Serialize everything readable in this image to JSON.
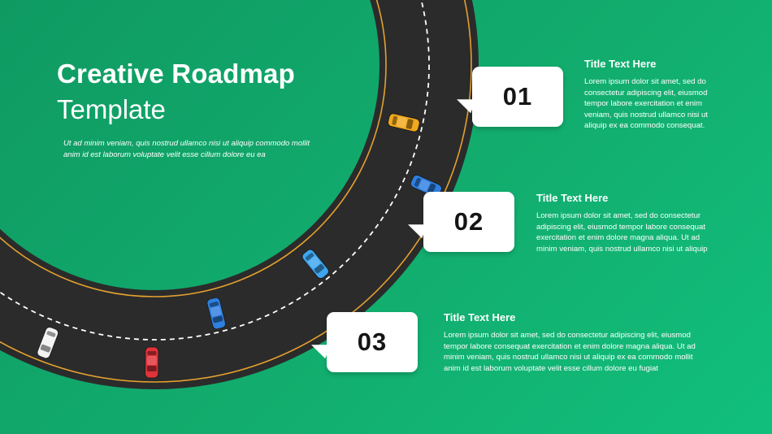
{
  "slide": {
    "title_line1": "Creative Roadmap",
    "title_line2": "Template",
    "intro": "Ut ad minim veniam, quis nostrud ullamco nisi ut aliquip commodo mollit anim id est laborum voluptate velit esse cillum dolore eu ea"
  },
  "milestones": [
    {
      "number": "01",
      "title": "Title Text Here",
      "text": "Lorem ipsum dolor sit amet, sed do consectetur adipiscing elit, eiusmod tempor labore exercitation et enim veniam, quis nostrud ullamco nisi ut aliquip ex ea commodo consequat."
    },
    {
      "number": "02",
      "title": "Title Text Here",
      "text": "Lorem ipsum dolor sit amet, sed do consectetur adipiscing elit, eiusmod tempor labore consequat exercitation et enim dolore magna aliqua. Ut ad minim veniam, quis nostrud ullamco nisi ut aliquip"
    },
    {
      "number": "03",
      "title": "Title Text Here",
      "text": "Lorem ipsum dolor sit amet, sed do consectetur adipiscing elit, eiusmod tempor labore consequat exercitation et enim dolore magna aliqua. Ut ad minim veniam, quis nostrud ullamco nisi ut aliquip ex ea commodo mollit anim id est laborum voluptate velit esse cillum dolore eu fugiat"
    }
  ],
  "colors": {
    "background": "#12ad6e",
    "road": "#2b2b2b",
    "road_edge_line": "#e3a12f",
    "lane_marking": "#ffffff"
  },
  "cars": [
    {
      "name": "car-yellow",
      "color": "#f0a81c"
    },
    {
      "name": "car-blue-top",
      "color": "#2f7fe0"
    },
    {
      "name": "car-light-blue",
      "color": "#3ea6f0"
    },
    {
      "name": "car-blue-middle",
      "color": "#2f7fe0"
    },
    {
      "name": "car-red",
      "color": "#e0323a"
    },
    {
      "name": "car-white",
      "color": "#f2f2f2"
    }
  ]
}
